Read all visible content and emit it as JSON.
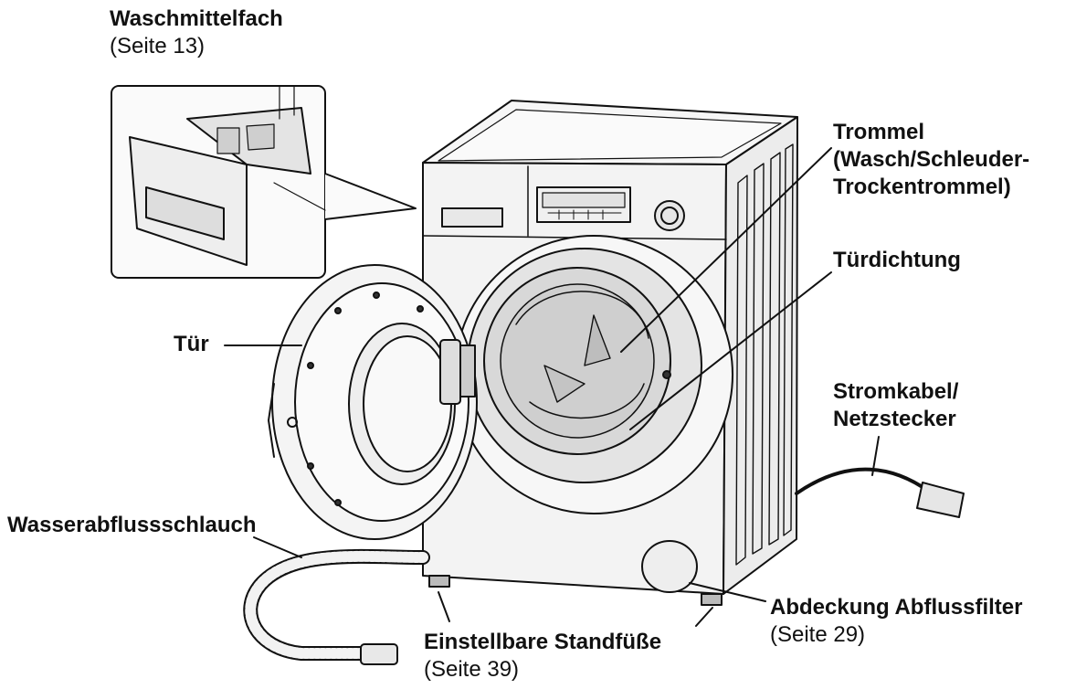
{
  "labels": {
    "detergent": {
      "title": "Waschmittelfach",
      "page": "(Seite 13)"
    },
    "drum": {
      "line1": "Trommel",
      "line2": "(Wasch/Schleuder-",
      "line3": "Trockentrommel)"
    },
    "door_seal": {
      "title": "Türdichtung"
    },
    "door": {
      "title": "Tür"
    },
    "power": {
      "line1": "Stromkabel/",
      "line2": "Netzstecker"
    },
    "drain_hose": {
      "title": "Wasserabflussschlauch"
    },
    "filter_cover": {
      "title": "Abdeckung Abflussfilter",
      "page": "(Seite 29)"
    },
    "feet": {
      "title": "Einstellbare Standfüße",
      "page": "(Seite 39)"
    }
  }
}
